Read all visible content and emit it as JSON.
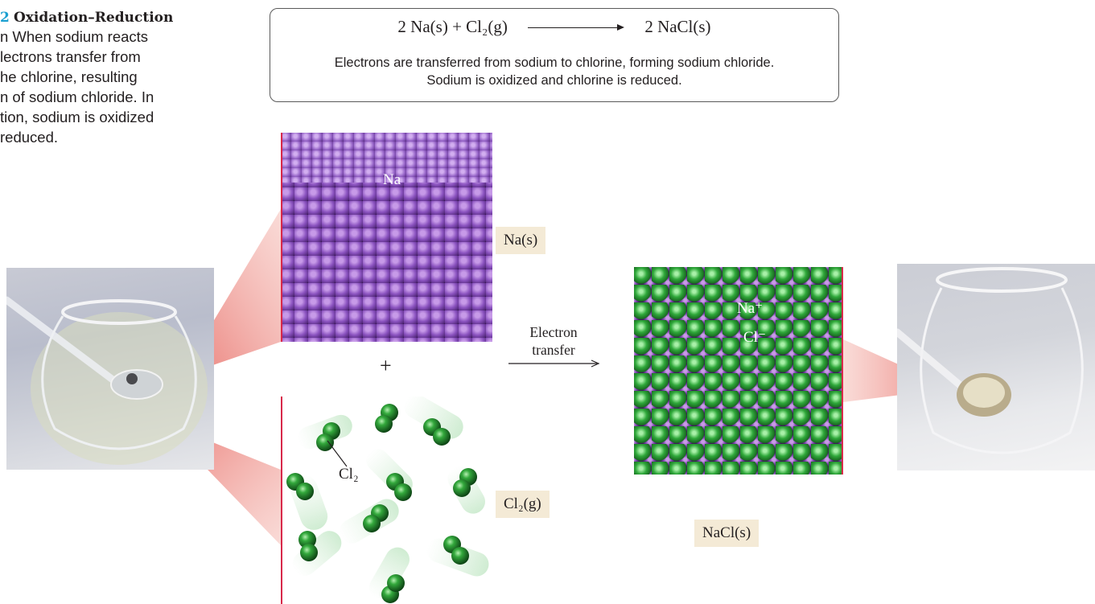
{
  "caption": {
    "number": "2",
    "title": "Oxidation–Reduction",
    "lines": [
      "n  When sodium reacts",
      "lectrons transfer from",
      "he chlorine, resulting",
      "n of sodium chloride. In",
      "tion, sodium is oxidized",
      "reduced."
    ]
  },
  "equation": {
    "left": "2 Na(s) + Cl₂(g)",
    "right": "2 NaCl(s)",
    "note_line1": "Electrons are transferred from sodium to chlorine, forming sodium chloride.",
    "note_line2": "Sodium is oxidized and chlorine is reduced."
  },
  "panels": {
    "sodium": {
      "atom_label": "Na",
      "tag": "Na(s)"
    },
    "chlorine": {
      "atom_label": "Cl₂",
      "tag": "Cl₂(g)"
    },
    "product": {
      "ion_pos": "Na⁺",
      "ion_neg": "Cl⁻",
      "tag": "NaCl(s)"
    }
  },
  "plus_sign": "+",
  "transfer": {
    "line1": "Electron",
    "line2": "transfer"
  },
  "colors": {
    "sodium": "#6a3a98",
    "chlorine": "#2fa83a",
    "callout": "#e9756f",
    "caption_number": "#1a9fd0",
    "tag_bg": "#f4ead6"
  }
}
